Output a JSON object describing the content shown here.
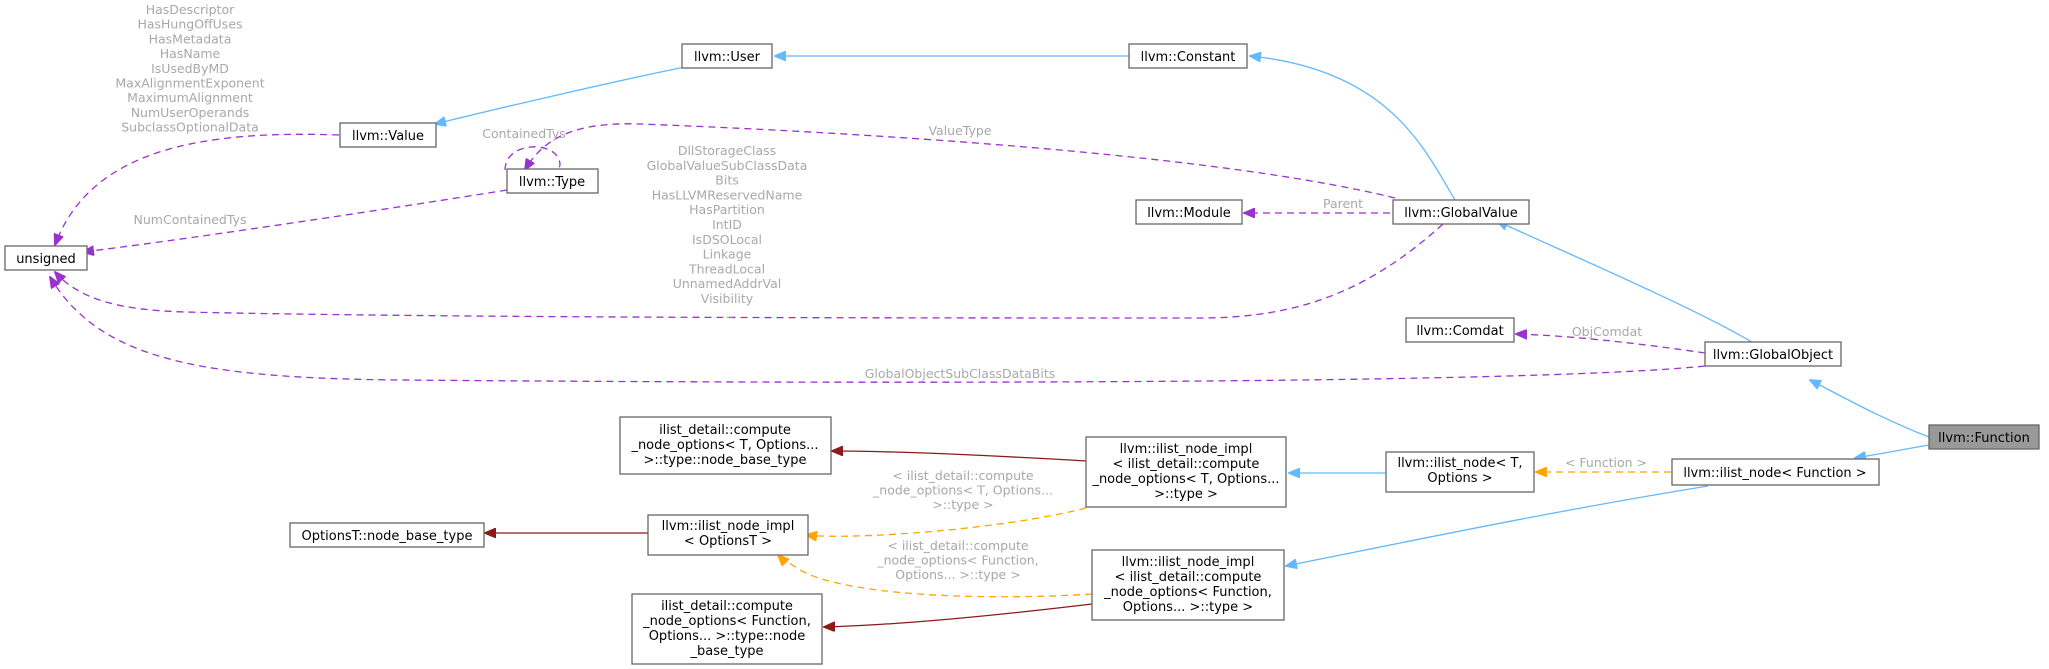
{
  "nodes": {
    "function": [
      "llvm::Function"
    ],
    "global_object": [
      "llvm::GlobalObject"
    ],
    "global_value": [
      "llvm::GlobalValue"
    ],
    "constant": [
      "llvm::Constant"
    ],
    "user": [
      "llvm::User"
    ],
    "value": [
      "llvm::Value"
    ],
    "type": [
      "llvm::Type"
    ],
    "unsigned": [
      "unsigned"
    ],
    "module": [
      "llvm::Module"
    ],
    "comdat": [
      "llvm::Comdat"
    ],
    "ilist_node_function": [
      "llvm::ilist_node< Function >"
    ],
    "ilist_node_t": [
      "llvm::ilist_node< T,",
      "Options >"
    ],
    "ilist_node_impl_t": [
      "llvm::ilist_node_impl",
      "< ilist_detail::compute",
      "_node_options< T, Options...",
      ">::type >"
    ],
    "compute_t_base": [
      "ilist_detail::compute",
      "_node_options< T, Options...",
      ">::type::node_base_type"
    ],
    "ilist_node_impl_optionst": [
      "llvm::ilist_node_impl",
      "< OptionsT >"
    ],
    "optionst_base": [
      "OptionsT::node_base_type"
    ],
    "ilist_node_impl_function": [
      "llvm::ilist_node_impl",
      "< ilist_detail::compute",
      "_node_options< Function,",
      "Options... >::type >"
    ],
    "compute_function_base": [
      "ilist_detail::compute",
      "_node_options< Function,",
      "Options... >::type::node",
      "_base_type"
    ]
  },
  "labels": {
    "value_members": [
      "HasDescriptor",
      "HasHungOffUses",
      "HasMetadata",
      "HasName",
      "IsUsedByMD",
      "MaxAlignmentExponent",
      "MaximumAlignment",
      "NumUserOperands",
      "SubclassOptionalData"
    ],
    "contained_tys": [
      "ContainedTys"
    ],
    "num_contained_tys": [
      "NumContainedTys"
    ],
    "value_type": [
      "ValueType"
    ],
    "global_value_members": [
      "DllStorageClass",
      "GlobalValueSubClassData",
      "Bits",
      "HasLLVMReservedName",
      "HasPartition",
      "IntID",
      "IsDSOLocal",
      "Linkage",
      "ThreadLocal",
      "UnnamedAddrVal",
      "Visibility",
      "..."
    ],
    "parent": [
      "Parent"
    ],
    "obj_comdat": [
      "ObjComdat"
    ],
    "global_object_bits": [
      "GlobalObjectSubClassDataBits"
    ],
    "function_templ": [
      "< Function >"
    ],
    "templ_t_options": [
      "< ilist_detail::compute",
      "_node_options< T, Options...",
      ">::type >"
    ],
    "templ_function_options": [
      "< ilist_detail::compute",
      "_node_options< Function,",
      "Options... >::type >"
    ]
  },
  "colors": {
    "inheritance_edge": "#63b8ff",
    "usage_edge": "#9a32cd",
    "template_edge": "#ffa500",
    "base_type_edge": "#8b1a1a",
    "selected_node_fill": "#999999",
    "edge_label_text": "#a8a8a8"
  }
}
